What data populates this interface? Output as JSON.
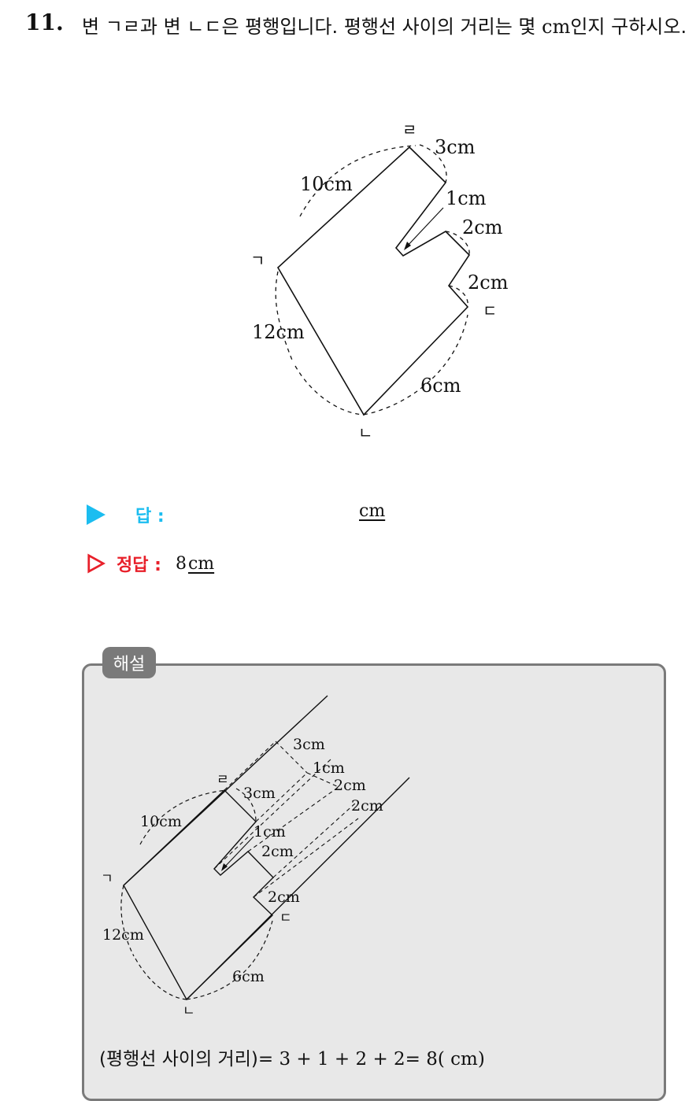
{
  "question": {
    "number": "11.",
    "text_part1": "변 ㄱㄹ과 변 ㄴㄷ은 평행입니다. 평행선 사이의 거리는 몇 ",
    "unit": "cm",
    "text_part2": "인지 구하시오."
  },
  "figure": {
    "labels": {
      "giyeok": "ㄱ",
      "nieun": "ㄴ",
      "digeut": "ㄷ",
      "rieul": "ㄹ"
    },
    "measures": {
      "m10": "10cm",
      "m3": "3cm",
      "m1": "1cm",
      "m2a": "2cm",
      "m2b": "2cm",
      "m6": "6cm",
      "m12": "12cm"
    }
  },
  "answer": {
    "label": "답 :",
    "unit": "cm"
  },
  "correct": {
    "label": "정답 :",
    "value": "8",
    "unit": "cm"
  },
  "solution": {
    "tag": "해설",
    "figure": {
      "labels": {
        "giyeok": "ㄱ",
        "nieun": "ㄴ",
        "digeut": "ㄷ",
        "rieul": "ㄹ"
      },
      "measures": {
        "p3": "3cm",
        "p1": "1cm",
        "p2a": "2cm",
        "p2b": "2cm",
        "m10": "10cm",
        "m3": "3cm",
        "m1": "1cm",
        "m2a": "2cm",
        "m2b": "2cm",
        "m12": "12cm",
        "m6": "6cm"
      }
    },
    "equation_korean": "(평행선 사이의 거리)",
    "equation_math": "= 3 + 1 + 2 + 2= 8( cm)"
  },
  "colors": {
    "answer_arrow": "#1bbdf0",
    "correct_arrow": "#e8202a",
    "box_border": "#7a7a7a",
    "box_fill": "#e8e8e8"
  }
}
